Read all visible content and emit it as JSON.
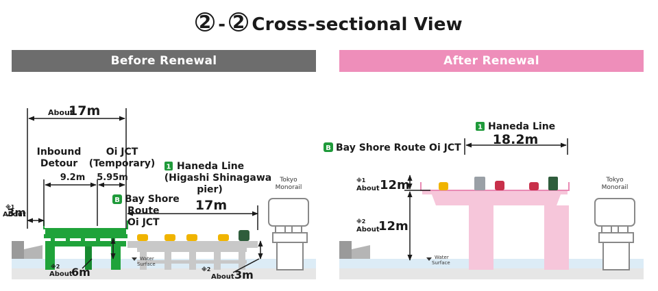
{
  "title": {
    "circle_left": "2",
    "dash": "-",
    "circle_right": "2",
    "text": "Cross-sectional View"
  },
  "panels": {
    "before": {
      "heading": "Before Renewal"
    },
    "after": {
      "heading": "After Renewal"
    }
  },
  "before": {
    "width_total": {
      "prefix": "About",
      "value": "17m"
    },
    "inbound_detour": [
      "Inbound",
      "Detour"
    ],
    "oi_jct_temp": [
      "Oi JCT",
      "(Temporary)"
    ],
    "width_92": "9.2m",
    "width_595": "5.95m",
    "haneda_line": [
      "Haneda Line",
      "(Higashi Shinagawa",
      "pier)"
    ],
    "haneda_badge": "1",
    "haneda_width": "17m",
    "bayshore_badge": "B",
    "bayshore": [
      "Bay Shore",
      "Route",
      "Oi JCT"
    ],
    "clearance_left": {
      "note": "※1",
      "prefix": "About",
      "value": "3m"
    },
    "pier_green": {
      "note": "※2",
      "prefix": "About",
      "value": "6m"
    },
    "pier_gray": {
      "note": "※2",
      "prefix": "About",
      "value": "3m"
    },
    "water_surface": [
      "Water",
      "Surface"
    ],
    "monorail": [
      "Tokyo",
      "Monorail"
    ]
  },
  "after": {
    "haneda_badge": "1",
    "haneda_line": "Haneda Line",
    "bayshore_badge": "B",
    "bayshore": "Bay Shore Route Oi JCT",
    "width": "18.2m",
    "clearance_1": {
      "note": "※1",
      "prefix": "About",
      "value": "12m"
    },
    "clearance_2": {
      "note": "※2",
      "prefix": "About",
      "value": "12m"
    },
    "water_surface": [
      "Water",
      "Surface"
    ],
    "monorail": [
      "Tokyo",
      "Monorail"
    ]
  },
  "colors": {
    "before_header": "#6d6d6d",
    "after_header": "#ee8eba",
    "green_structure": "#1fa33a",
    "pink_structure": "#f6c6da",
    "gray_structure": "#c8c8c8",
    "water": "#dcecf6",
    "badge_green": "#1f9a3a"
  }
}
